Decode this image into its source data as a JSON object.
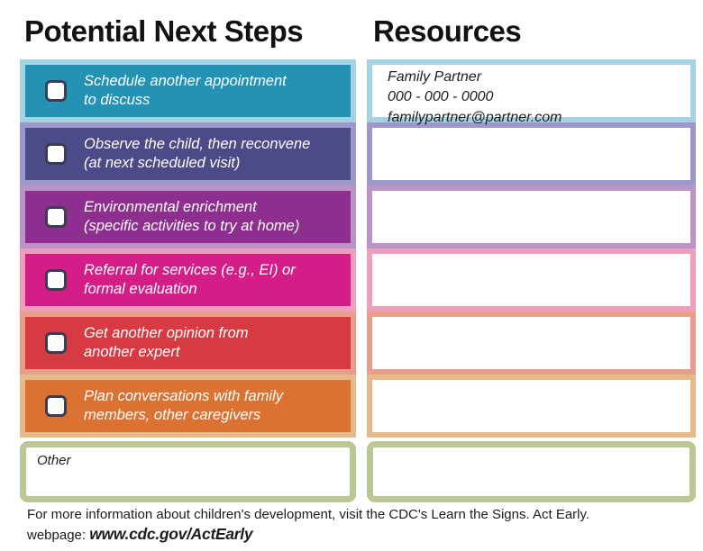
{
  "headings": {
    "left": "Potential Next Steps",
    "right": "Resources"
  },
  "next_steps": {
    "items": [
      {
        "label": "Schedule another appointment\nto discuss",
        "bg": "#2492b5",
        "border": "#a5d2e2"
      },
      {
        "label": "Observe the child, then reconvene\n(at next scheduled visit)",
        "bg": "#4c4a88",
        "border": "#9b99c9"
      },
      {
        "label": "Environmental enrichment\n(specific activities to try at home)",
        "bg": "#8e2e8e",
        "border": "#ba94c6"
      },
      {
        "label": "Referral for services (e.g., EI) or\nformal evaluation",
        "bg": "#d51d87",
        "border": "#ee9fbb"
      },
      {
        "label": "Get another opinion from\nanother expert",
        "bg": "#d63a43",
        "border": "#e99d8b"
      },
      {
        "label": "Plan conversations with family\nmembers, other caregivers",
        "bg": "#dc7231",
        "border": "#e5b98a"
      }
    ],
    "other": {
      "label": "Other",
      "border": "#b9c794"
    }
  },
  "resources": {
    "contact": {
      "name": "Family Partner",
      "phone": "000 - 000 - 0000",
      "email": "familypartner@partner.com"
    },
    "boxes": [
      {
        "border": "#a5d2e2"
      },
      {
        "border": "#9b99c9"
      },
      {
        "border": "#ba94c6"
      },
      {
        "border": "#ee9fbb"
      },
      {
        "border": "#e99d8b"
      },
      {
        "border": "#e5b98a"
      }
    ],
    "other": {
      "border": "#b9c794"
    }
  },
  "footer": {
    "line1": "For more information about children's development, visit the CDC's Learn the Signs. Act Early.",
    "line2_prefix": "webpage: ",
    "url": "www.cdc.gov/ActEarly"
  }
}
